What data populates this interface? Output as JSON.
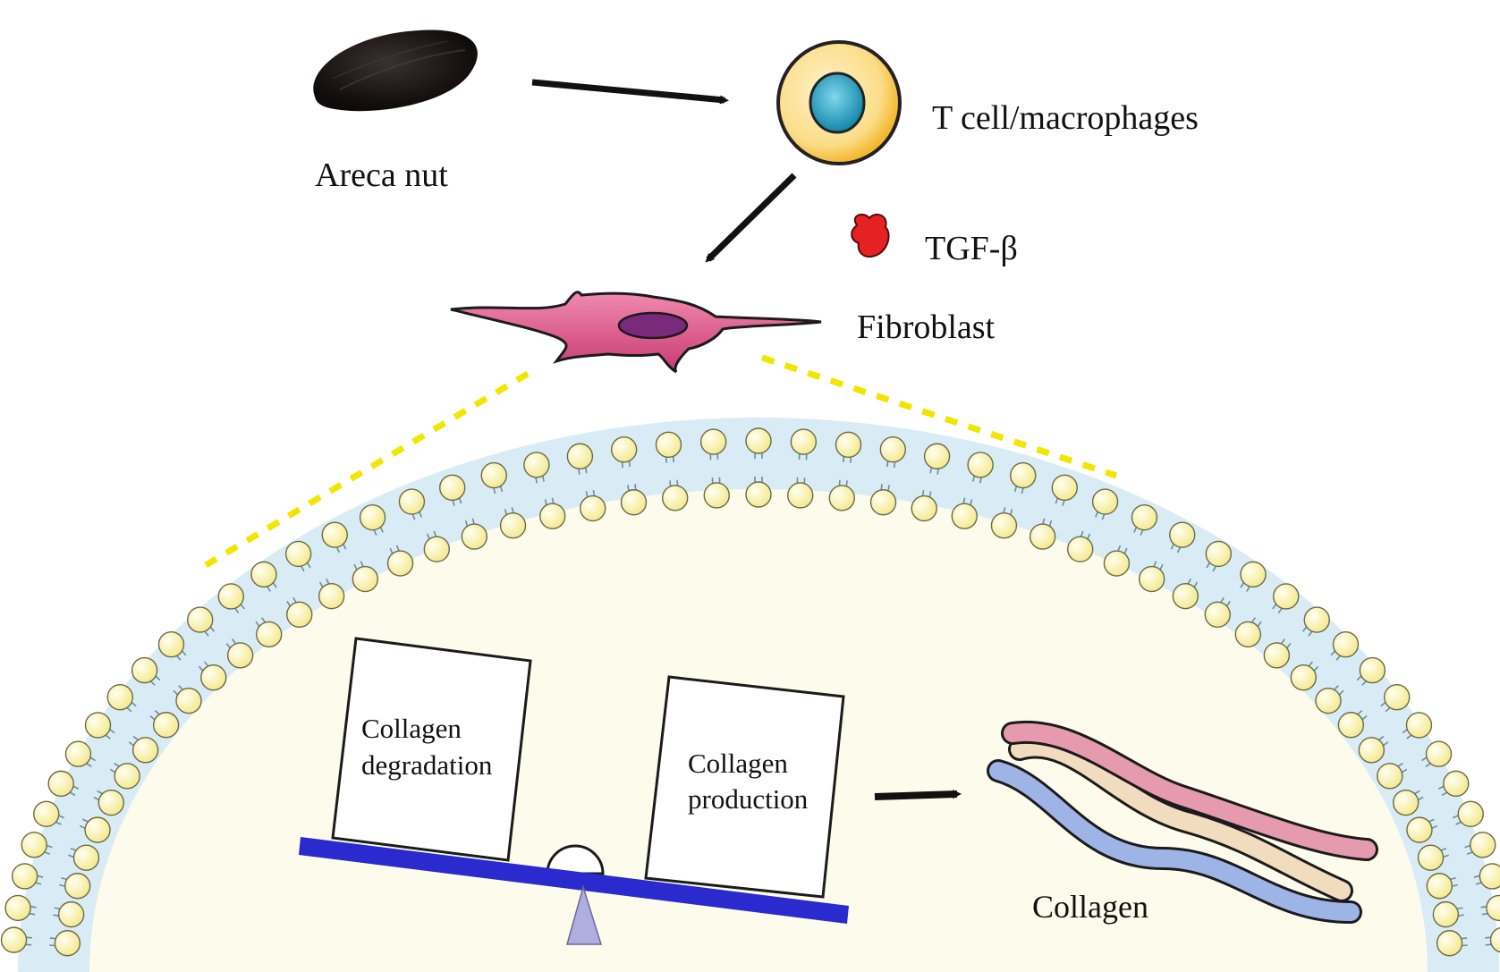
{
  "labels": {
    "areca_nut": "Areca nut",
    "t_cell": "T cell/macrophages",
    "tgf_beta": "TGF-β",
    "fibroblast": "Fibroblast",
    "collagen": "Collagen"
  },
  "balance": {
    "left_box": [
      "Collagen",
      "degradation"
    ],
    "right_box": [
      "Collagen",
      "production"
    ]
  },
  "colors": {
    "membrane_head": "#FFF7B0",
    "membrane_tail": "#D9ECF5",
    "cytoplasm": "#FDFCEC",
    "zoom_dash": "#F2E600",
    "beam": "#2A2ACF",
    "fulcrum": "#AFAEE0",
    "tgf": "#E02020",
    "fibroblast": "#E0578C",
    "nucleus": "#7A2A7A",
    "tcell_outer": "#F6C842",
    "tcell_nucleus": "#1E9FC0"
  },
  "icons": [
    "areca-nut-icon",
    "t-cell-icon",
    "tgf-beta-icon",
    "fibroblast-icon",
    "collagen-triple-helix-icon",
    "balance-scale-icon"
  ]
}
